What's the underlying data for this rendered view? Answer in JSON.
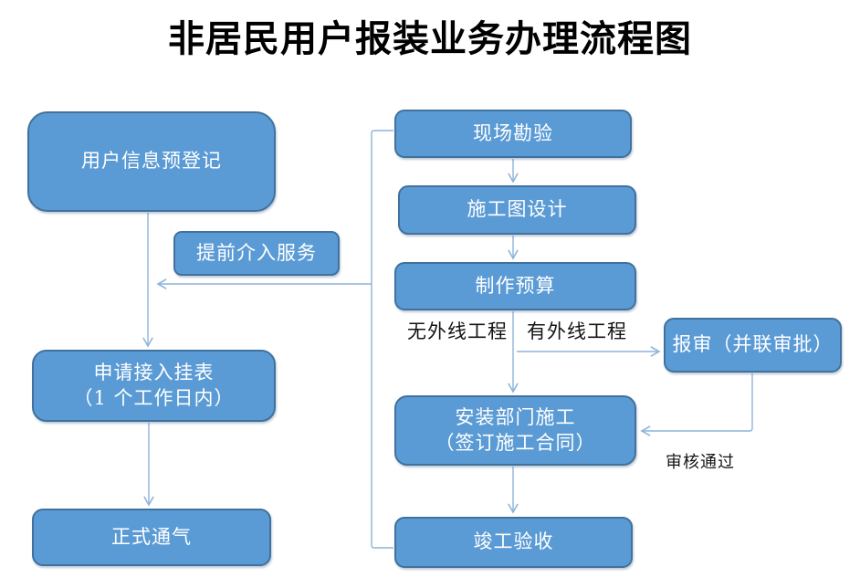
{
  "title": "非居民用户报装业务办理流程图",
  "colors": {
    "node_fill": "#5B9BD5",
    "node_border": "#41719C",
    "connector": "#8FB4DC",
    "node_text": "#FFFFFF",
    "label_text": "#141414"
  },
  "nodes": {
    "user_prereg": {
      "label": "用户信息预登记"
    },
    "early_service": {
      "label": "提前介入服务"
    },
    "apply_meter": {
      "line1": "申请接入挂表",
      "line2": "（1 个工作日内）"
    },
    "official_gas": {
      "label": "正式通气"
    },
    "site_survey": {
      "label": "现场勘验"
    },
    "drawing_design": {
      "label": "施工图设计"
    },
    "budget": {
      "label": "制作预算"
    },
    "review": {
      "label": "报审（并联审批）"
    },
    "install": {
      "line1": "安装部门施工",
      "line2": "（签订施工合同）"
    },
    "completion": {
      "label": "竣工验收"
    }
  },
  "labels": {
    "no_external": "无外线工程",
    "has_external": "有外线工程",
    "review_passed": "审核通过"
  }
}
